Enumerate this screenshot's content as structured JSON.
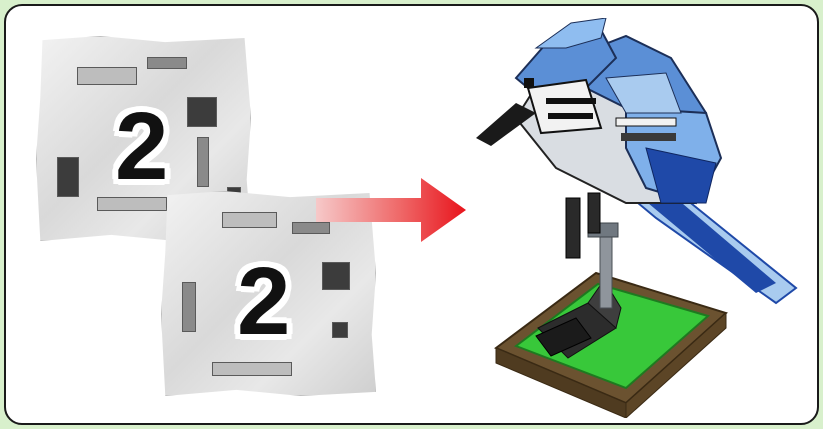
{
  "instruction": {
    "bags": [
      {
        "id": "bag-back",
        "count": "2"
      },
      {
        "id": "bag-front",
        "count": "2"
      }
    ]
  },
  "colors": {
    "page_background": "#d8f0cc",
    "frame_border": "#1a1a1a",
    "arrow_start": "#f6c9c9",
    "arrow_end": "#e8141c",
    "bird_blue": "#5b8fd6",
    "bird_dark_blue": "#1f49a8",
    "bird_light": "#a9cbef",
    "stand_base": "#6b5230",
    "stand_plate": "#38c83a"
  },
  "icons": [
    "bag-icon",
    "arrow-right-icon",
    "blue-jay-model-icon"
  ]
}
